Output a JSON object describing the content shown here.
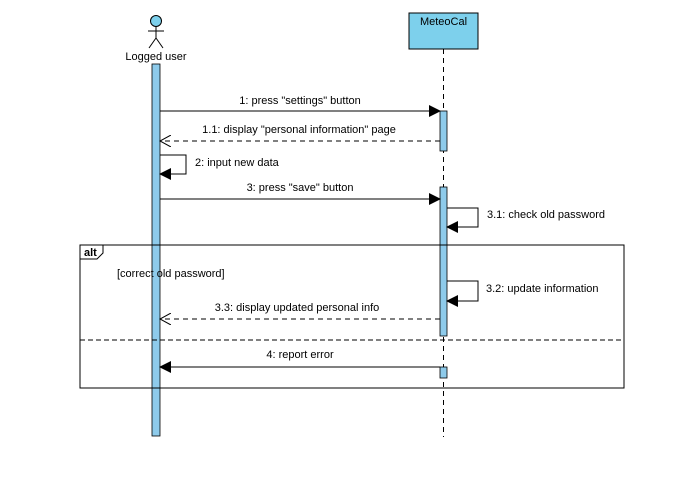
{
  "diagram": {
    "actor": {
      "label": "Logged user"
    },
    "system": {
      "label": "MeteoCal"
    },
    "messages": [
      {
        "id": "m1",
        "text": "1: press \"settings\" button"
      },
      {
        "id": "m11",
        "text": "1.1: display \"personal information\" page"
      },
      {
        "id": "m2",
        "text": "2: input new data"
      },
      {
        "id": "m3",
        "text": "3: press \"save\" button"
      },
      {
        "id": "m31",
        "text": "3.1: check old password"
      },
      {
        "id": "m32",
        "text": "3.2: update information"
      },
      {
        "id": "m33",
        "text": "3.3: display updated personal info"
      },
      {
        "id": "m4",
        "text": "4: report error"
      }
    ],
    "fragment": {
      "operator": "alt",
      "guard": "[correct old password]"
    },
    "colors": {
      "activation": "#8ecbeb",
      "system_box": "#7dd0ec",
      "stroke": "#000000",
      "actor_head": "#7dd0ec"
    }
  }
}
